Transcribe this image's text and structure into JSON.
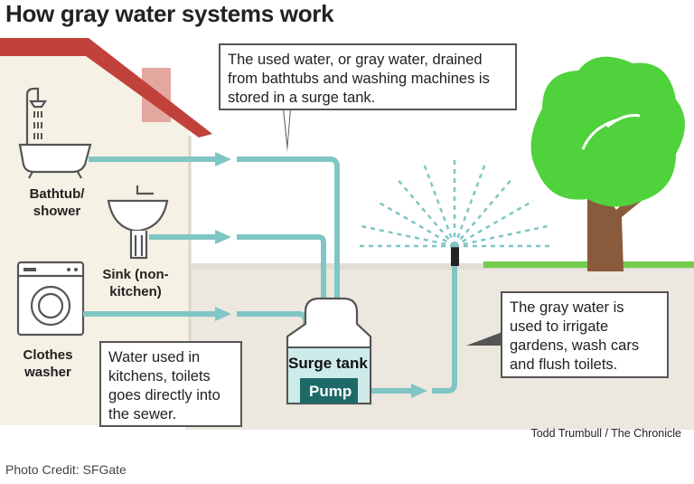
{
  "title": "How gray water systems work",
  "callouts": {
    "top": "The used water, or gray water, drained from bathtubs and washing machines is stored in a surge tank.",
    "right": "The gray water is used to irrigate gardens, wash cars and flush toilets.",
    "left": "Water used in kitchens, toilets goes directly into the sewer."
  },
  "fixtures": {
    "bathtub": "Bathtub/ shower",
    "sink": "Sink (non-kitchen)",
    "washer": "Clothes washer"
  },
  "tank": {
    "surge_label": "Surge tank",
    "pump_label": "Pump"
  },
  "credit": "Todd Trumbull / The Chronicle",
  "photo_credit": "Photo Credit: SFGate",
  "colors": {
    "pipe": "#7fc6c4",
    "house_wall": "#f4f0e4",
    "roof": "#c0423a",
    "tree": "#4fd23b",
    "trunk": "#8a5a3c",
    "ground": "#e9e4dc",
    "grass": "#74cc4d",
    "pump": "#1e6a69"
  }
}
